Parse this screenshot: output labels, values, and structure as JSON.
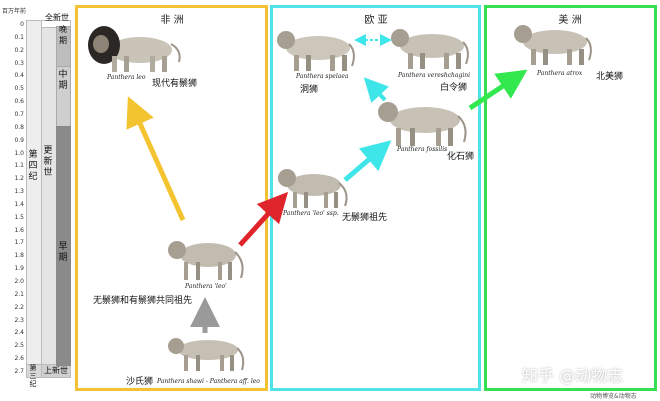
{
  "axis": {
    "title": "百万年前",
    "ticks": [
      "0",
      "0.1",
      "0.2",
      "0.3",
      "0.4",
      "0.5",
      "0.6",
      "0.7",
      "0.8",
      "0.9",
      "1.0",
      "1.1",
      "1.2",
      "1.3",
      "1.4",
      "1.5",
      "1.6",
      "1.7",
      "1.8",
      "1.9",
      "2.0",
      "2.1",
      "2.2",
      "2.3",
      "2.4",
      "2.5",
      "2.6",
      "2.7"
    ]
  },
  "strat": {
    "holocene": "全新世",
    "late": "晚期",
    "middle": "中期",
    "quaternary": "第四纪",
    "pleistocene": "更新世",
    "early": "早期",
    "tertiary": "第三纪",
    "pliocene": "上新世"
  },
  "panels": {
    "africa": {
      "title": "非 洲",
      "color": "#f2c232"
    },
    "eurasia": {
      "title": "欧 亚",
      "color": "#4fe3e8"
    },
    "america": {
      "title": "美 洲",
      "color": "#34e051"
    }
  },
  "species": {
    "leo": {
      "sci": "Panthera leo",
      "cn": "现代有鬃狮"
    },
    "ancestor": {
      "sci": "Panthera 'leo'",
      "cn": "无鬃狮和有鬃狮共同祖先"
    },
    "shawi": {
      "sci": "Panthera shawi - Panthera aff. leo",
      "cn": "沙氏狮"
    },
    "leo_sp": {
      "sci": "Panthera 'leo' ssp.",
      "cn": "无鬃狮祖先"
    },
    "fossilis": {
      "sci": "Panthera fossilis",
      "cn": "化石狮"
    },
    "spelaea": {
      "sci": "Panthera spelaea",
      "cn": "洞狮"
    },
    "vereshchagini": {
      "sci": "Panthera vereshchagini",
      "cn": "白令狮"
    },
    "atrox": {
      "sci": "Panthera atrox",
      "cn": "北美狮"
    }
  },
  "arrows": {
    "yellow": "#f4c430",
    "red": "#e0242b",
    "cyan": "#3ee6ea",
    "green": "#33e84e",
    "gray": "#9a9a9a"
  },
  "watermark": {
    "main": "知乎 @动物志",
    "sub": "动物博览&动物志"
  }
}
